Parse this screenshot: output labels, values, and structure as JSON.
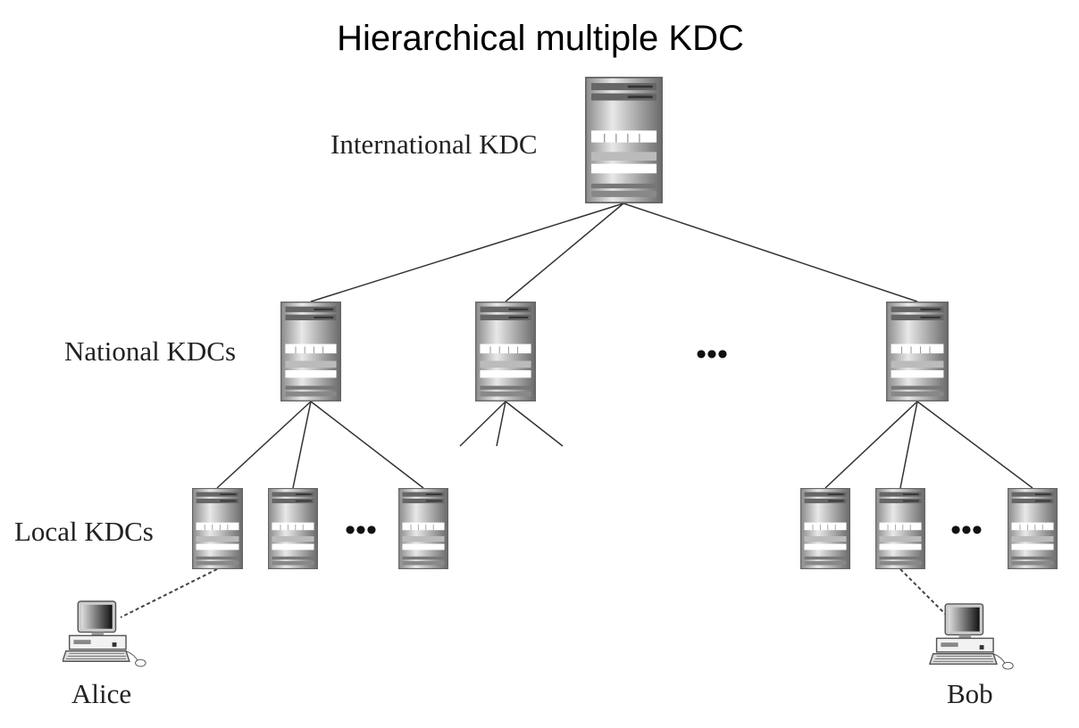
{
  "title": "Hierarchical multiple KDC",
  "levels": {
    "international": "International KDC",
    "national": "National KDCs",
    "local": "Local KDCs"
  },
  "ellipsis": "•••",
  "users": {
    "alice": "Alice",
    "bob": "Bob"
  },
  "icons": {
    "server": "server-icon",
    "computer": "computer-icon"
  }
}
